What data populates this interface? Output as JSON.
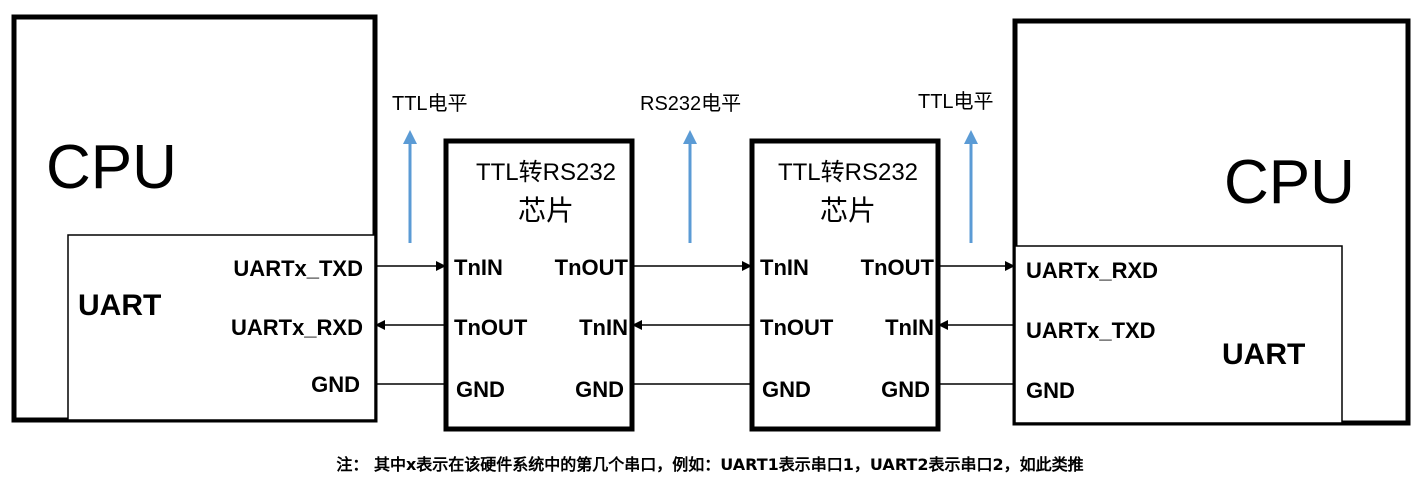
{
  "left_cpu": {
    "title": "CPU",
    "uart": {
      "label": "UART",
      "pins": [
        "UARTx_TXD",
        "UARTx_RXD",
        "GND"
      ]
    }
  },
  "chip1": {
    "title_line1": "TTL转RS232",
    "title_line2": "芯片",
    "left_pins": [
      "TnIN",
      "TnOUT",
      "GND"
    ],
    "right_pins": [
      "TnOUT",
      "TnIN",
      "GND"
    ]
  },
  "chip2": {
    "title_line1": "TTL转RS232",
    "title_line2": "芯片",
    "left_pins": [
      "TnIN",
      "TnOUT",
      "GND"
    ],
    "right_pins": [
      "TnOUT",
      "TnIN",
      "GND"
    ]
  },
  "right_cpu": {
    "title": "CPU",
    "uart": {
      "label": "UART",
      "pins": [
        "UARTx_RXD",
        "UARTx_TXD",
        "GND"
      ]
    }
  },
  "levels": {
    "left": "TTL电平",
    "middle": "RS232电平",
    "right": "TTL电平"
  },
  "note": "注： 其中x表示在该硬件系统中的第几个串口，例如：UART1表示串口1，UART2表示串口2，如此类推",
  "colors": {
    "level_arrow": "#5b9bd5",
    "line": "#000000"
  }
}
